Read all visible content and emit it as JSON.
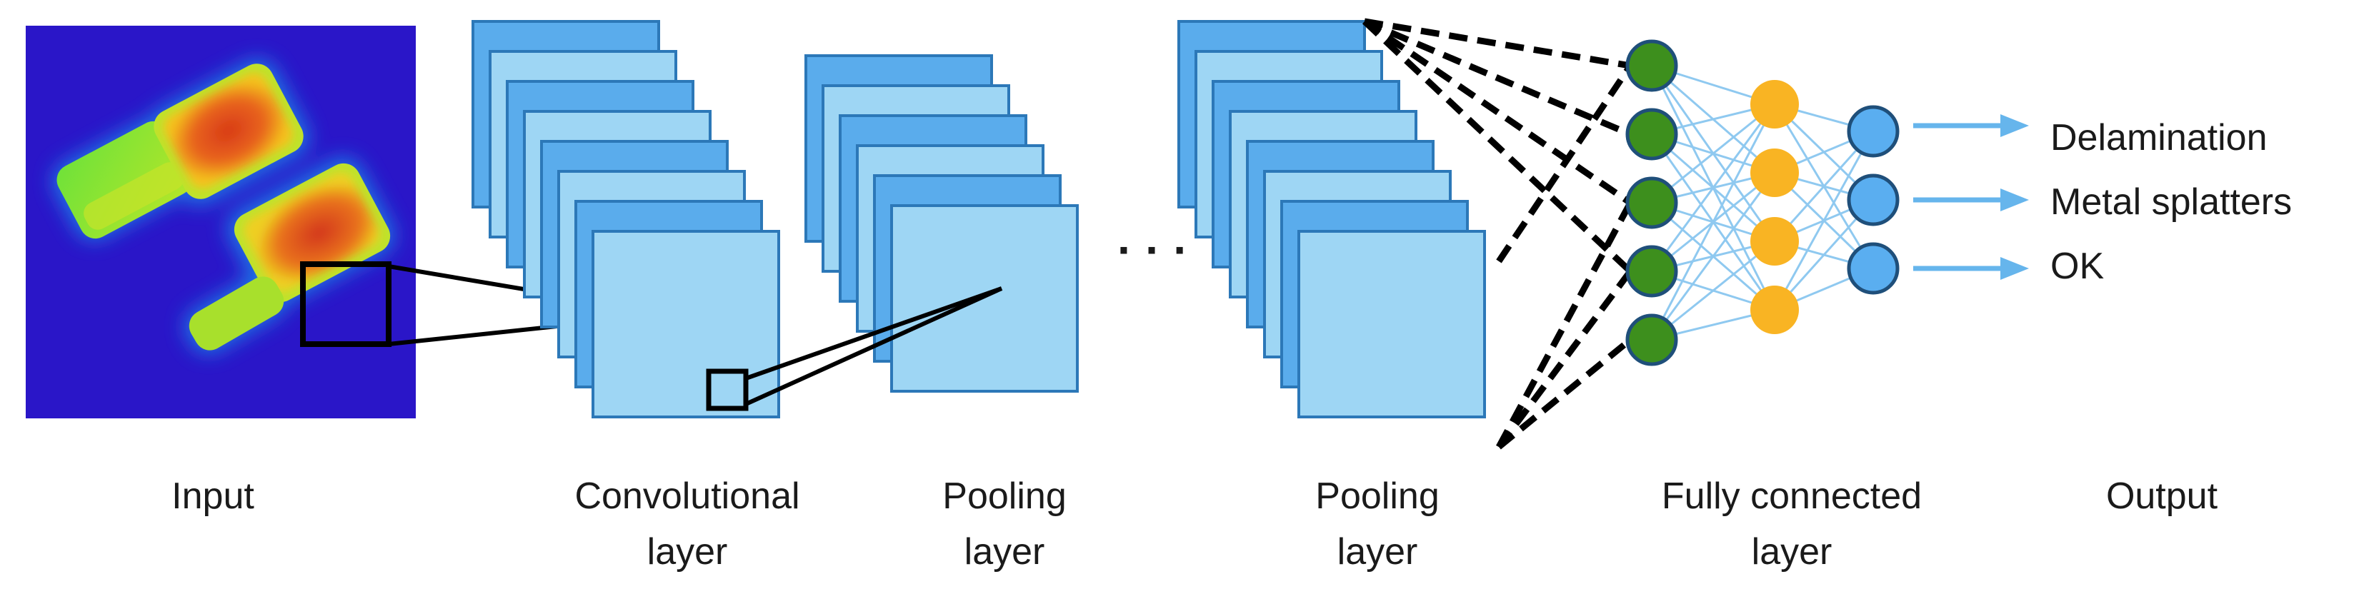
{
  "stages": {
    "input": {
      "label": "Input"
    },
    "conv": {
      "label_line1": "Convolutional",
      "label_line2": "layer"
    },
    "pool1": {
      "label_line1": "Pooling",
      "label_line2": "layer"
    },
    "ellipsis": "· · ·",
    "pool2": {
      "label_line1": "Pooling",
      "label_line2": "layer"
    },
    "fc": {
      "label_line1": "Fully connected",
      "label_line2": "layer"
    },
    "output": {
      "label": "Output"
    }
  },
  "outputs": [
    {
      "label": "Delamination"
    },
    {
      "label": "Metal splatters"
    },
    {
      "label": "OK"
    }
  ],
  "network": {
    "layer_sizes": [
      5,
      4,
      3
    ],
    "layer_colors": [
      "#3d8f1d",
      "#f9b423",
      "#5aaef0"
    ]
  },
  "colors": {
    "map_face_dark": "#5aacec",
    "map_face_light": "#9ed6f4",
    "map_stroke": "#2c78b8",
    "input_background": "#2a16c8",
    "edge_line": "#8fc9f0",
    "output_arrow": "#66b5ec"
  }
}
